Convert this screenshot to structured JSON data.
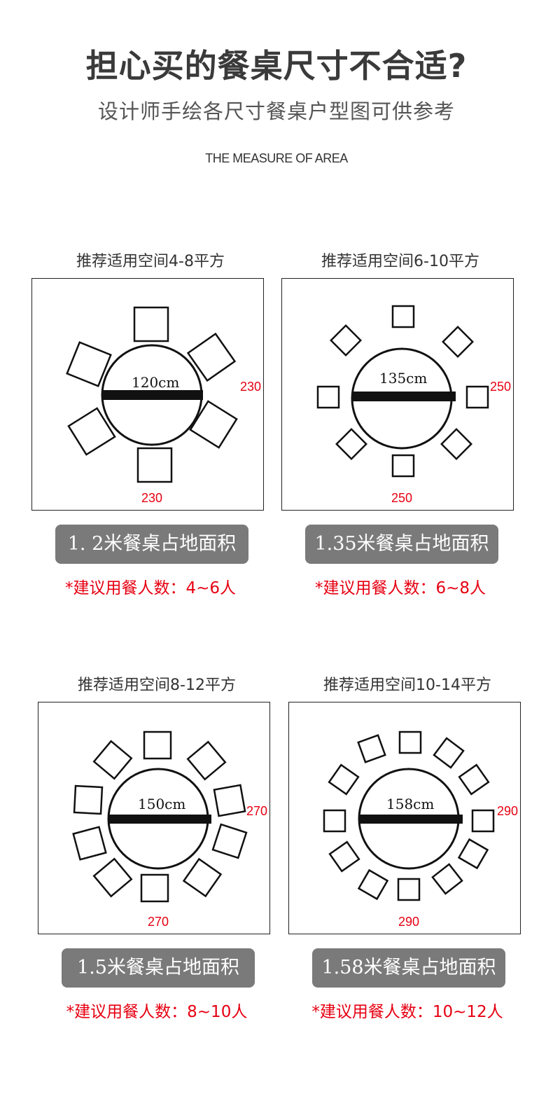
{
  "header": {
    "title": "担心买的餐桌尺寸不合适?",
    "subtitle": "设计师手绘各尺寸餐桌户型图可供参考",
    "english": "THE MEASURE OF AREA"
  },
  "colors": {
    "title": "#3a3a3a",
    "badge_bg": "#7a7a7a",
    "accent_red": "#e60012",
    "line": "#111111"
  },
  "cards": [
    {
      "heading": "推荐适用空间4-8平方",
      "table_label": "120cm",
      "dim_right": "230",
      "dim_bottom": "230",
      "badge": "1. 2米餐桌占地面积",
      "note": "*建议用餐人数：4~6人",
      "seats": 6
    },
    {
      "heading": "推荐适用空间6-10平方",
      "table_label": "135cm",
      "dim_right": "250",
      "dim_bottom": "250",
      "badge": "1.35米餐桌占地面积",
      "note": "*建议用餐人数：6~8人",
      "seats": 8
    },
    {
      "heading": "推荐适用空间8-12平方",
      "table_label": "150cm",
      "dim_right": "270",
      "dim_bottom": "270",
      "badge": "1.5米餐桌占地面积",
      "note": "*建议用餐人数：8~10人",
      "seats": 10
    },
    {
      "heading": "推荐适用空间10-14平方",
      "table_label": "158cm",
      "dim_right": "290",
      "dim_bottom": "290",
      "badge": "1.58米餐桌占地面积",
      "note": "*建议用餐人数：10~12人",
      "seats": 12
    }
  ]
}
